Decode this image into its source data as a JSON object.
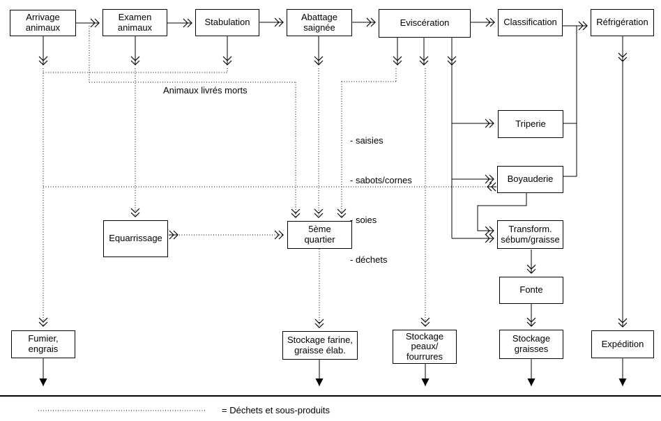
{
  "boxes": {
    "arrivage": "Arrivage\nanimaux",
    "examen": "Examen\nanimaux",
    "stabulation": "Stabulation",
    "abattage": "Abattage\nsaignée",
    "evisceration": "Eviscération",
    "classification": "Classification",
    "refrigeration": "Réfrigération",
    "triperie": "Triperie",
    "boyauderie": "Boyauderie",
    "transformation": "Transform.\nsébum/graisse",
    "fonte": "Fonte",
    "equarrissage": "Equarrissage",
    "cinquieme_quartier": "5ème\nquartier",
    "fumier": "Fumier,\nengrais",
    "stockage_farine": "Stockage farine,\ngraisse élab.",
    "stockage_peaux": "Stockage\npeaux/\nfourrures",
    "stockage_graisses": "Stockage\ngraisses",
    "expedition": "Expédition"
  },
  "annotations": {
    "animaux_livres_morts": "Animaux livrés morts",
    "saisies": [
      "- saisies",
      "- sabots/cornes",
      "- soies",
      "- déchets"
    ]
  },
  "legend": {
    "text": "= Déchets et sous-produits"
  },
  "colors": {
    "line": "#000000",
    "background": "#ffffff",
    "box_border": "#000000"
  }
}
